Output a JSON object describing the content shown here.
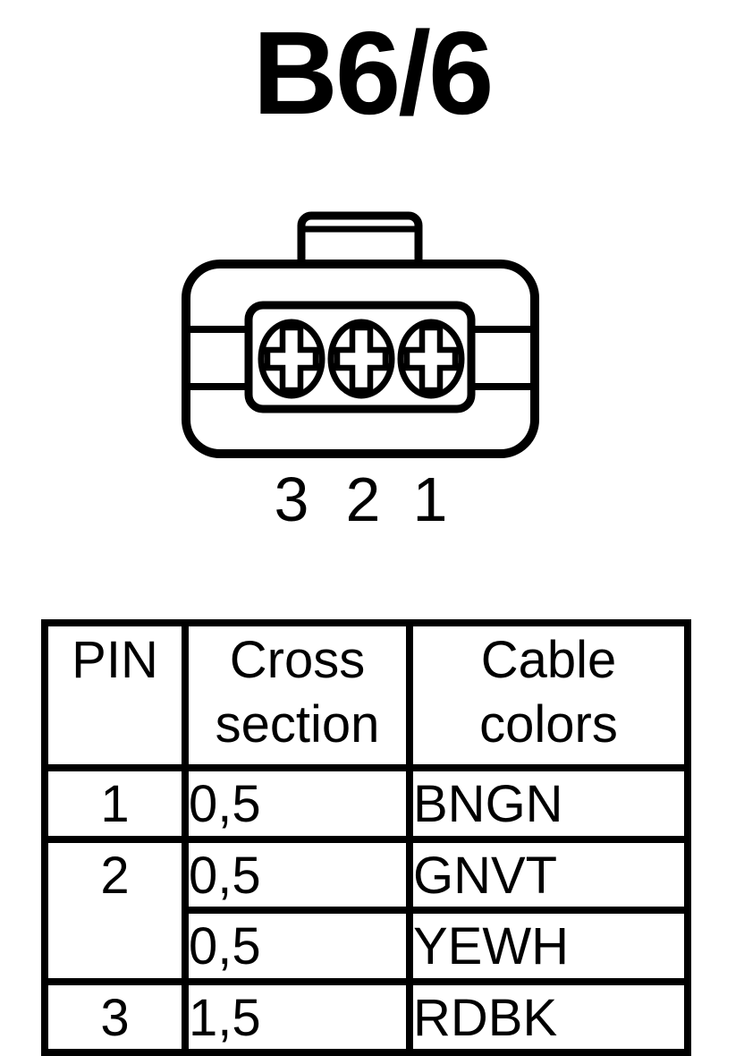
{
  "connector": {
    "title": "B6/6",
    "pin_labels": [
      "3",
      "2",
      "1"
    ],
    "socket_count": 3
  },
  "table": {
    "headers": [
      "PIN",
      "Cross section",
      "Cable colors"
    ],
    "pins": [
      {
        "pin": "1",
        "wires": [
          {
            "cross_section": "0,5",
            "cable_color": "BNGN"
          }
        ]
      },
      {
        "pin": "2",
        "wires": [
          {
            "cross_section": "0,5",
            "cable_color": "GNVT"
          },
          {
            "cross_section": "0,5",
            "cable_color": "YEWH"
          }
        ]
      },
      {
        "pin": "3",
        "wires": [
          {
            "cross_section": "1,5",
            "cable_color": "RDBK"
          }
        ]
      }
    ]
  },
  "colors": {
    "foreground": "#000000",
    "background": "#ffffff"
  }
}
